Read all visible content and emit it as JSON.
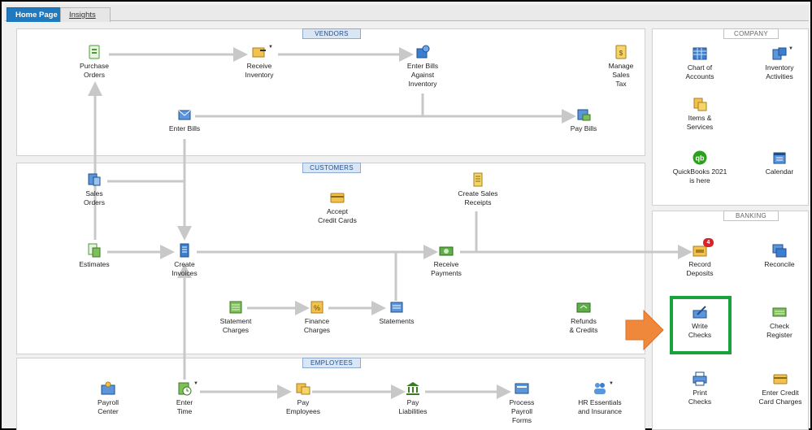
{
  "tabs": {
    "home": "Home Page",
    "insights": "Insights"
  },
  "sections": {
    "vendors": "VENDORS",
    "customers": "CUSTOMERS",
    "employees": "EMPLOYEES",
    "company": "COMPANY",
    "banking": "BANKING"
  },
  "vendors": {
    "purchase_orders": "Purchase\nOrders",
    "receive_inventory": "Receive\nInventory",
    "enter_bills_against_inventory": "Enter Bills\nAgainst\nInventory",
    "manage_sales_tax": "Manage\nSales\nTax",
    "enter_bills": "Enter Bills",
    "pay_bills": "Pay Bills"
  },
  "customers": {
    "sales_orders": "Sales\nOrders",
    "accept_credit_cards": "Accept\nCredit Cards",
    "create_sales_receipts": "Create Sales\nReceipts",
    "estimates": "Estimates",
    "create_invoices": "Create\nInvoices",
    "receive_payments": "Receive\nPayments",
    "statement_charges": "Statement\nCharges",
    "finance_charges": "Finance\nCharges",
    "statements": "Statements",
    "refunds_credits": "Refunds\n& Credits"
  },
  "employees": {
    "payroll_center": "Payroll\nCenter",
    "enter_time": "Enter\nTime",
    "pay_employees": "Pay\nEmployees",
    "pay_liabilities": "Pay\nLiabilities",
    "process_payroll_forms": "Process\nPayroll\nForms",
    "hr_essentials": "HR Essentials\nand Insurance"
  },
  "company": {
    "chart_of_accounts": "Chart of\nAccounts",
    "inventory_activities": "Inventory\nActivities",
    "items_services": "Items &\nServices",
    "quickbooks_2021": "QuickBooks 2021\nis here",
    "calendar": "Calendar"
  },
  "banking": {
    "record_deposits": "Record\nDeposits",
    "record_deposits_badge": "4",
    "reconcile": "Reconcile",
    "write_checks": "Write\nChecks",
    "check_register": "Check\nRegister",
    "print_checks": "Print\nChecks",
    "enter_credit_card_charges": "Enter Credit\nCard Charges"
  },
  "colors": {
    "tab_active": "#1f79bf",
    "highlight_box": "#1aa33a",
    "callout_arrow": "#f0883c",
    "flow_line": "#c8c8c8",
    "badge": "#d8232a"
  }
}
